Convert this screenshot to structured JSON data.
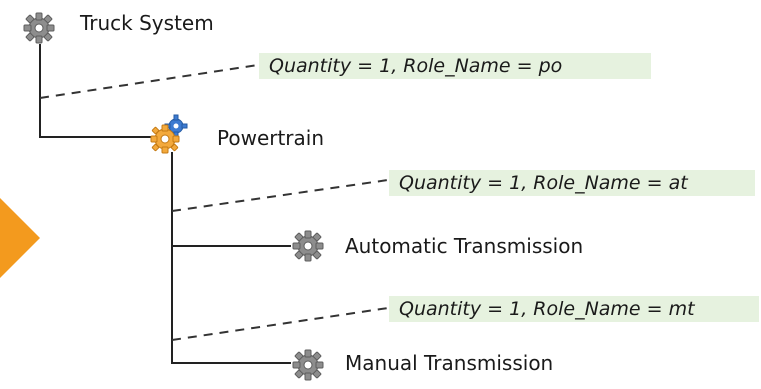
{
  "nodes": {
    "root": {
      "label": "Truck System",
      "icon": "gear-icon"
    },
    "powertrain": {
      "label": "Powertrain",
      "icon": "gear-assembly-icon"
    },
    "automatic": {
      "label": "Automatic Transmission",
      "icon": "gear-icon"
    },
    "manual": {
      "label": "Manual Transmission",
      "icon": "gear-icon"
    }
  },
  "relations": {
    "po": "Quantity = 1, Role_Name = po",
    "at": "Quantity = 1, Role_Name = at",
    "mt": "Quantity = 1, Role_Name = mt"
  },
  "colors": {
    "attribute_background": "#e6f2df",
    "connector": "#222222",
    "arrow": "#f39a1e",
    "gear_gray": "#8d8d8d",
    "gear_orange": "#f3a93c",
    "gear_blue": "#3d7bd1"
  }
}
